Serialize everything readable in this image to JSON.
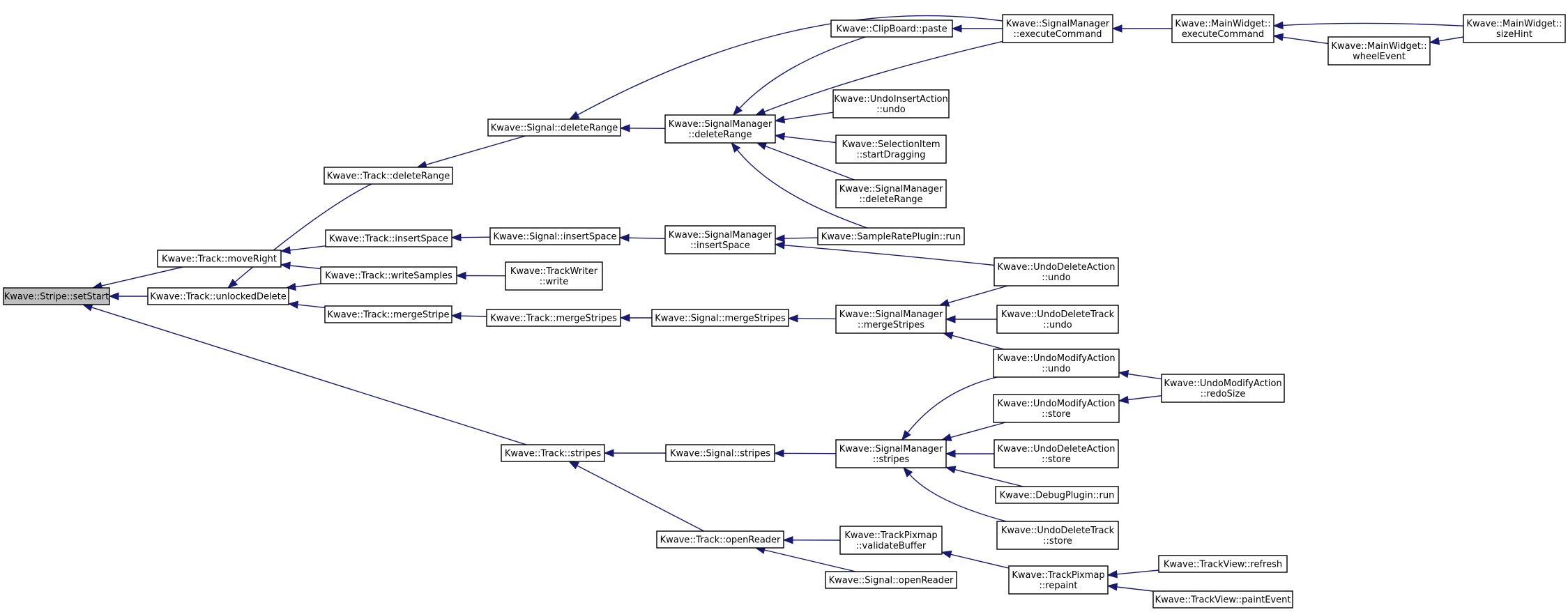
{
  "diagram": {
    "colors": {
      "edge": "#191970",
      "node_border": "#000000",
      "root_fill": "#bfbfbf",
      "node_fill": "#ffffff"
    },
    "nodes": [
      {
        "id": "stripe_setStart",
        "lines": [
          "Kwave::Stripe::setStart"
        ],
        "root": true
      },
      {
        "id": "track_moveRight",
        "lines": [
          "Kwave::Track::moveRight"
        ]
      },
      {
        "id": "track_unlockedDelete",
        "lines": [
          "Kwave::Track::unlockedDelete"
        ]
      },
      {
        "id": "track_stripes",
        "lines": [
          "Kwave::Track::stripes"
        ]
      },
      {
        "id": "track_deleteRange",
        "lines": [
          "Kwave::Track::deleteRange"
        ]
      },
      {
        "id": "track_insertSpace",
        "lines": [
          "Kwave::Track::insertSpace"
        ]
      },
      {
        "id": "track_writeSamples",
        "lines": [
          "Kwave::Track::writeSamples"
        ]
      },
      {
        "id": "track_mergeStripe",
        "lines": [
          "Kwave::Track::mergeStripe"
        ]
      },
      {
        "id": "signal_deleteRange",
        "lines": [
          "Kwave::Signal::deleteRange"
        ]
      },
      {
        "id": "signal_insertSpace",
        "lines": [
          "Kwave::Signal::insertSpace"
        ]
      },
      {
        "id": "trackwriter_write",
        "lines": [
          "Kwave::TrackWriter",
          "::write"
        ]
      },
      {
        "id": "track_mergeStripes",
        "lines": [
          "Kwave::Track::mergeStripes"
        ]
      },
      {
        "id": "signal_stripes",
        "lines": [
          "Kwave::Signal::stripes"
        ]
      },
      {
        "id": "track_openReader",
        "lines": [
          "Kwave::Track::openReader"
        ]
      },
      {
        "id": "sm_deleteRange",
        "lines": [
          "Kwave::SignalManager",
          "::deleteRange"
        ]
      },
      {
        "id": "sm_insertSpace",
        "lines": [
          "Kwave::SignalManager",
          "::insertSpace"
        ]
      },
      {
        "id": "signal_mergeStripes",
        "lines": [
          "Kwave::Signal::mergeStripes"
        ]
      },
      {
        "id": "sm_mergeStripes",
        "lines": [
          "Kwave::SignalManager",
          "::mergeStripes"
        ]
      },
      {
        "id": "sm_stripes",
        "lines": [
          "Kwave::SignalManager",
          "::stripes"
        ]
      },
      {
        "id": "tp_validateBuffer",
        "lines": [
          "Kwave::TrackPixmap",
          "::validateBuffer"
        ]
      },
      {
        "id": "signal_openReader",
        "lines": [
          "Kwave::Signal::openReader"
        ]
      },
      {
        "id": "clipboard_paste",
        "lines": [
          "Kwave::ClipBoard::paste"
        ]
      },
      {
        "id": "uia_undo",
        "lines": [
          "Kwave::UndoInsertAction",
          "::undo"
        ]
      },
      {
        "id": "si_startDragging",
        "lines": [
          "Kwave::SelectionItem",
          "::startDragging"
        ]
      },
      {
        "id": "sm_deleteRange2",
        "lines": [
          "Kwave::SignalManager",
          "::deleteRange"
        ]
      },
      {
        "id": "srp_run",
        "lines": [
          "Kwave::SampleRatePlugin::run"
        ]
      },
      {
        "id": "sm_executeCommand",
        "lines": [
          "Kwave::SignalManager",
          "::executeCommand"
        ]
      },
      {
        "id": "uda_undo",
        "lines": [
          "Kwave::UndoDeleteAction",
          "::undo"
        ]
      },
      {
        "id": "udt_undo",
        "lines": [
          "Kwave::UndoDeleteTrack",
          "::undo"
        ]
      },
      {
        "id": "uma_undo",
        "lines": [
          "Kwave::UndoModifyAction",
          "::undo"
        ]
      },
      {
        "id": "uma_store",
        "lines": [
          "Kwave::UndoModifyAction",
          "::store"
        ]
      },
      {
        "id": "uda_store",
        "lines": [
          "Kwave::UndoDeleteAction",
          "::store"
        ]
      },
      {
        "id": "debug_run",
        "lines": [
          "Kwave::DebugPlugin::run"
        ]
      },
      {
        "id": "udt_store",
        "lines": [
          "Kwave::UndoDeleteTrack",
          "::store"
        ]
      },
      {
        "id": "tp_repaint",
        "lines": [
          "Kwave::TrackPixmap",
          "::repaint"
        ]
      },
      {
        "id": "mw_executeCommand",
        "lines": [
          "Kwave::MainWidget::",
          "executeCommand"
        ]
      },
      {
        "id": "mw_wheelEvent",
        "lines": [
          "Kwave::MainWidget::",
          "wheelEvent"
        ]
      },
      {
        "id": "mw_sizeHint",
        "lines": [
          "Kwave::MainWidget::",
          "sizeHint"
        ]
      },
      {
        "id": "uma_redoSize",
        "lines": [
          "Kwave::UndoModifyAction",
          "::redoSize"
        ]
      },
      {
        "id": "tv_refresh",
        "lines": [
          "Kwave::TrackView::refresh"
        ]
      },
      {
        "id": "tv_paintEvent",
        "lines": [
          "Kwave::TrackView::paintEvent"
        ]
      }
    ],
    "edges": [
      {
        "from": "track_moveRight",
        "to": "stripe_setStart"
      },
      {
        "from": "track_unlockedDelete",
        "to": "stripe_setStart"
      },
      {
        "from": "track_stripes",
        "to": "stripe_setStart"
      },
      {
        "from": "track_deleteRange",
        "to": "track_unlockedDelete"
      },
      {
        "from": "track_insertSpace",
        "to": "track_moveRight"
      },
      {
        "from": "track_writeSamples",
        "to": "track_moveRight"
      },
      {
        "from": "track_writeSamples",
        "to": "track_unlockedDelete"
      },
      {
        "from": "track_mergeStripe",
        "to": "track_unlockedDelete"
      },
      {
        "from": "signal_deleteRange",
        "to": "track_deleteRange"
      },
      {
        "from": "signal_insertSpace",
        "to": "track_insertSpace"
      },
      {
        "from": "trackwriter_write",
        "to": "track_writeSamples"
      },
      {
        "from": "track_mergeStripes",
        "to": "track_mergeStripe"
      },
      {
        "from": "signal_stripes",
        "to": "track_stripes"
      },
      {
        "from": "track_openReader",
        "to": "track_stripes"
      },
      {
        "from": "sm_deleteRange",
        "to": "signal_deleteRange"
      },
      {
        "from": "sm_executeCommand",
        "to": "signal_deleteRange"
      },
      {
        "from": "sm_insertSpace",
        "to": "signal_insertSpace"
      },
      {
        "from": "signal_mergeStripes",
        "to": "track_mergeStripes"
      },
      {
        "from": "sm_mergeStripes",
        "to": "signal_mergeStripes"
      },
      {
        "from": "sm_stripes",
        "to": "signal_stripes"
      },
      {
        "from": "tp_validateBuffer",
        "to": "track_openReader"
      },
      {
        "from": "signal_openReader",
        "to": "track_openReader"
      },
      {
        "from": "clipboard_paste",
        "to": "sm_deleteRange"
      },
      {
        "from": "sm_executeCommand",
        "to": "sm_deleteRange"
      },
      {
        "from": "uia_undo",
        "to": "sm_deleteRange"
      },
      {
        "from": "si_startDragging",
        "to": "sm_deleteRange"
      },
      {
        "from": "sm_deleteRange2",
        "to": "sm_deleteRange"
      },
      {
        "from": "srp_run",
        "to": "sm_deleteRange"
      },
      {
        "from": "srp_run",
        "to": "sm_insertSpace"
      },
      {
        "from": "uda_undo",
        "to": "sm_insertSpace"
      },
      {
        "from": "sm_executeCommand",
        "to": "clipboard_paste"
      },
      {
        "from": "mw_executeCommand",
        "to": "sm_executeCommand"
      },
      {
        "from": "mw_sizeHint",
        "to": "mw_executeCommand"
      },
      {
        "from": "mw_wheelEvent",
        "to": "mw_executeCommand"
      },
      {
        "from": "mw_sizeHint",
        "to": "mw_wheelEvent"
      },
      {
        "from": "uda_undo",
        "to": "sm_mergeStripes"
      },
      {
        "from": "udt_undo",
        "to": "sm_mergeStripes"
      },
      {
        "from": "uma_undo",
        "to": "sm_mergeStripes"
      },
      {
        "from": "uma_undo",
        "to": "sm_stripes"
      },
      {
        "from": "uma_store",
        "to": "sm_stripes"
      },
      {
        "from": "uda_store",
        "to": "sm_stripes"
      },
      {
        "from": "debug_run",
        "to": "sm_stripes"
      },
      {
        "from": "udt_store",
        "to": "sm_stripes"
      },
      {
        "from": "uma_redoSize",
        "to": "uma_undo"
      },
      {
        "from": "uma_redoSize",
        "to": "uma_store"
      },
      {
        "from": "tp_repaint",
        "to": "tp_validateBuffer"
      },
      {
        "from": "tv_refresh",
        "to": "tp_repaint"
      },
      {
        "from": "tv_paintEvent",
        "to": "tp_repaint"
      }
    ]
  }
}
